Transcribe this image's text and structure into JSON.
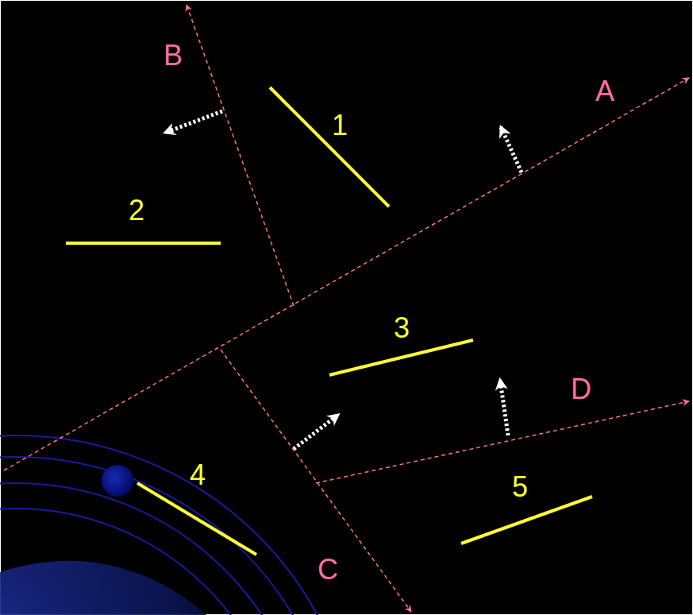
{
  "diagram": {
    "labels": [
      "B",
      "A",
      "1",
      "2",
      "3",
      "D",
      "4",
      "5",
      "C"
    ]
  }
}
